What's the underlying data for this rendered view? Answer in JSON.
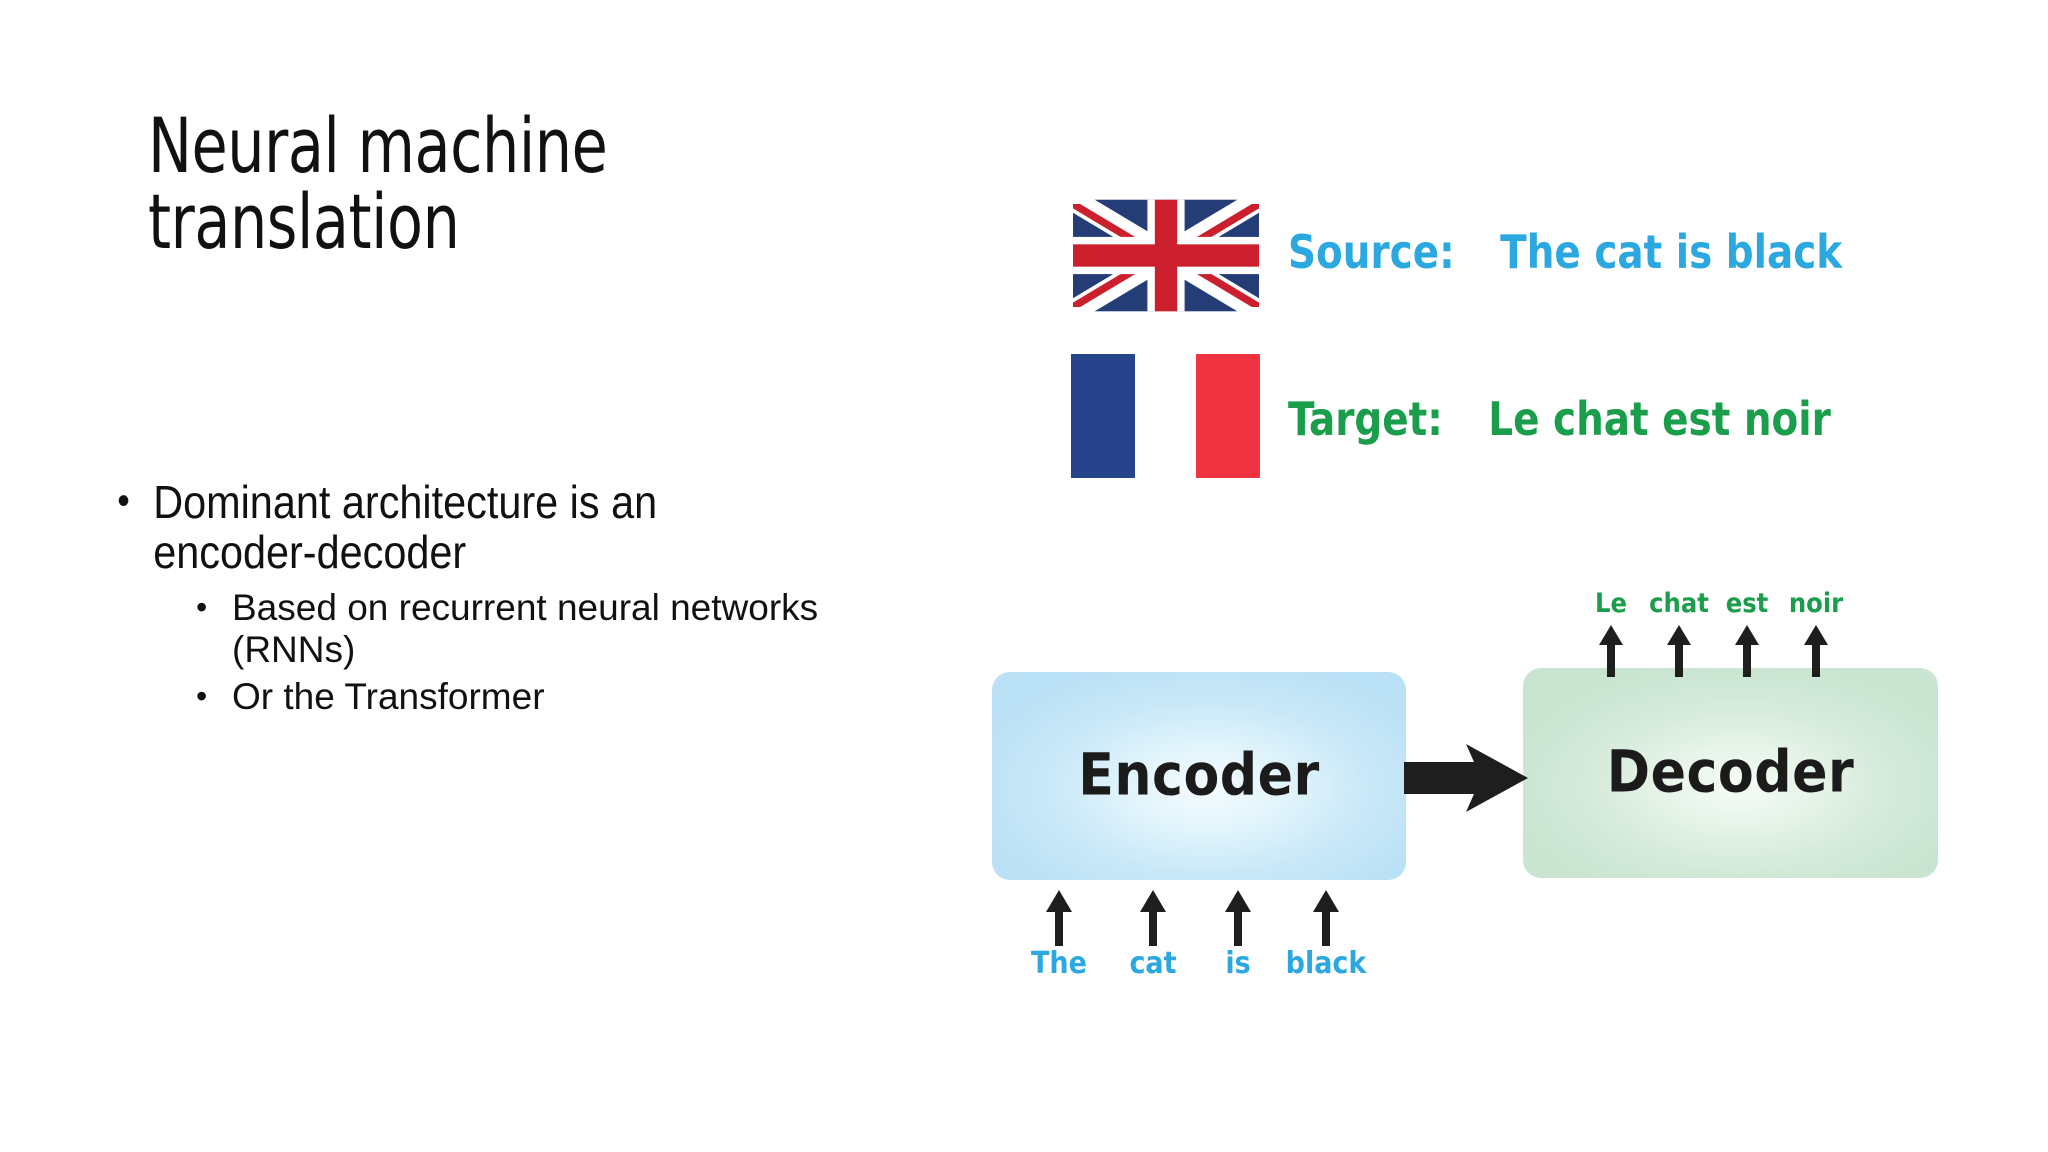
{
  "slide": {
    "title": "Neural machine translation",
    "bullets": [
      {
        "text": "Dominant architecture is an encoder-decoder",
        "marker": "•",
        "children": [
          {
            "text": "Based on recurrent neural networks (RNNs)",
            "marker": "•"
          },
          {
            "text": "Or the Transformer",
            "marker": "•"
          }
        ]
      }
    ]
  },
  "diagram": {
    "example": {
      "source": {
        "flag_icon": "flag-uk-icon",
        "label": "Source:",
        "sentence": "The cat is black",
        "color": "#2CA8E0"
      },
      "target": {
        "flag_icon": "flag-france-icon",
        "label": "Target:",
        "sentence": "Le chat est noir",
        "color": "#1A9E4B"
      }
    },
    "encoder": {
      "label": "Encoder",
      "fill_center": "#F4FCFE",
      "fill_edge": "#BBE1F6"
    },
    "decoder": {
      "label": "Decoder",
      "fill_center": "#F6FCF7",
      "fill_edge": "#C9E4D1"
    },
    "flow_arrow_icon": "arrow-right-icon",
    "input_tokens": [
      "The",
      "cat",
      "is",
      "black"
    ],
    "output_tokens": [
      "Le",
      "chat",
      "est",
      "noir"
    ],
    "input_arrow_icon": "arrow-up-icon",
    "output_arrow_icon": "arrow-up-icon"
  },
  "colors": {
    "source_blue": "#2CA8E0",
    "target_green": "#1A9E4B",
    "uk_flag_blue": "#253D77",
    "uk_flag_red": "#CC1F2E",
    "fr_flag_blue": "#26438B",
    "fr_flag_red": "#EF3340",
    "text_black": "#111111"
  }
}
